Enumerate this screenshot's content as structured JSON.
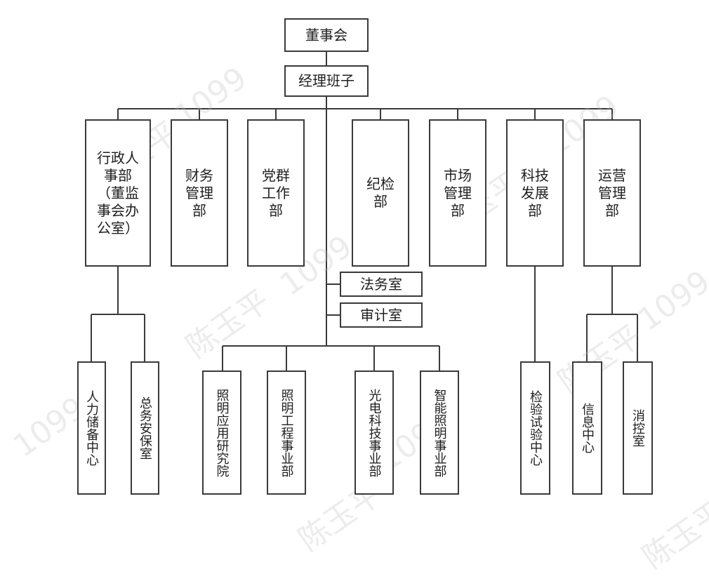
{
  "nodes": {
    "board": "董事会",
    "management": "经理班子",
    "admin": "行政人\n事部\n（董监\n事会办\n公室）",
    "finance": "财务\n管理\n部",
    "party": "党群\n工作\n部",
    "discipline": "纪检\n部",
    "market": "市场\n管理\n部",
    "tech": "科技\n发展\n部",
    "operation": "运营\n管理\n部",
    "legal": "法务室",
    "audit": "审计室",
    "hr_reserve": "人力储备中心",
    "general_affairs": "总务安保室",
    "lighting_institute": "照明应用研究院",
    "lighting_engineering": "照明工程事业部",
    "optoelectronic": "光电科技事业部",
    "smart_lighting": "智能照明事业部",
    "testing_center": "检验试验中心",
    "info_center": "信息中心",
    "fire_control": "消控室"
  },
  "watermark": {
    "name": "陈玉平",
    "number": "1099"
  }
}
